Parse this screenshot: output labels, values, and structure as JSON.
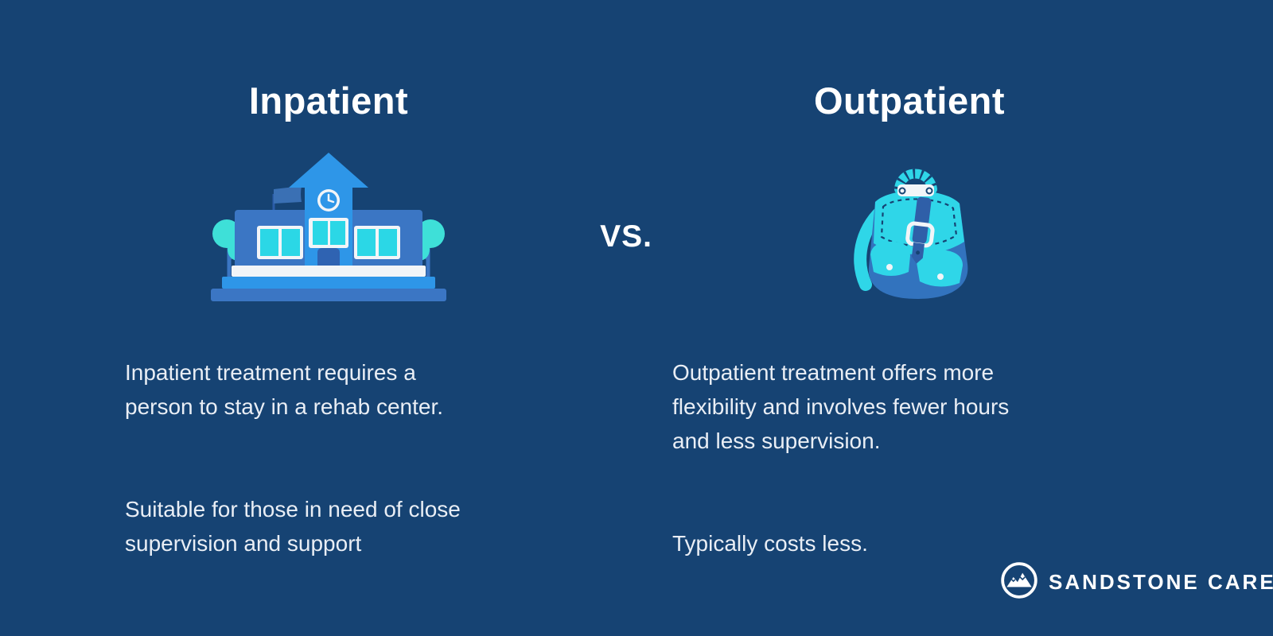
{
  "page": {
    "background_color": "#164373",
    "kind": "comparison-infographic"
  },
  "left_column": {
    "title": "Inpatient",
    "illustration_icon": "rehab-center-building-illustration",
    "paragraph1": "Inpatient treatment requires a\nperson to stay in a rehab center.",
    "paragraph2": "Suitable for those in need of close\nsupervision and support"
  },
  "divider": {
    "label": "VS."
  },
  "right_column": {
    "title": "Outpatient",
    "illustration_icon": "backpack-illustration",
    "paragraph1": "Outpatient treatment offers more\nflexibility and involves fewer hours\nand less supervision.",
    "paragraph2": "Typically costs less."
  },
  "footer": {
    "brand_name": "SANDSTONE CARE",
    "logo_icon": "mountain-circle-logo-icon"
  },
  "colors": {
    "background": "#164373",
    "heading_text": "#ffffff",
    "body_text": "#e9eef5",
    "bright_blue": "#2e96e8",
    "medium_blue": "#3b76c4",
    "dark_blue_accent": "#2f5fa8",
    "cyan": "#2fd6e8",
    "tree_cyan": "#3ee0d8",
    "white_accent": "#f2f5f8"
  }
}
